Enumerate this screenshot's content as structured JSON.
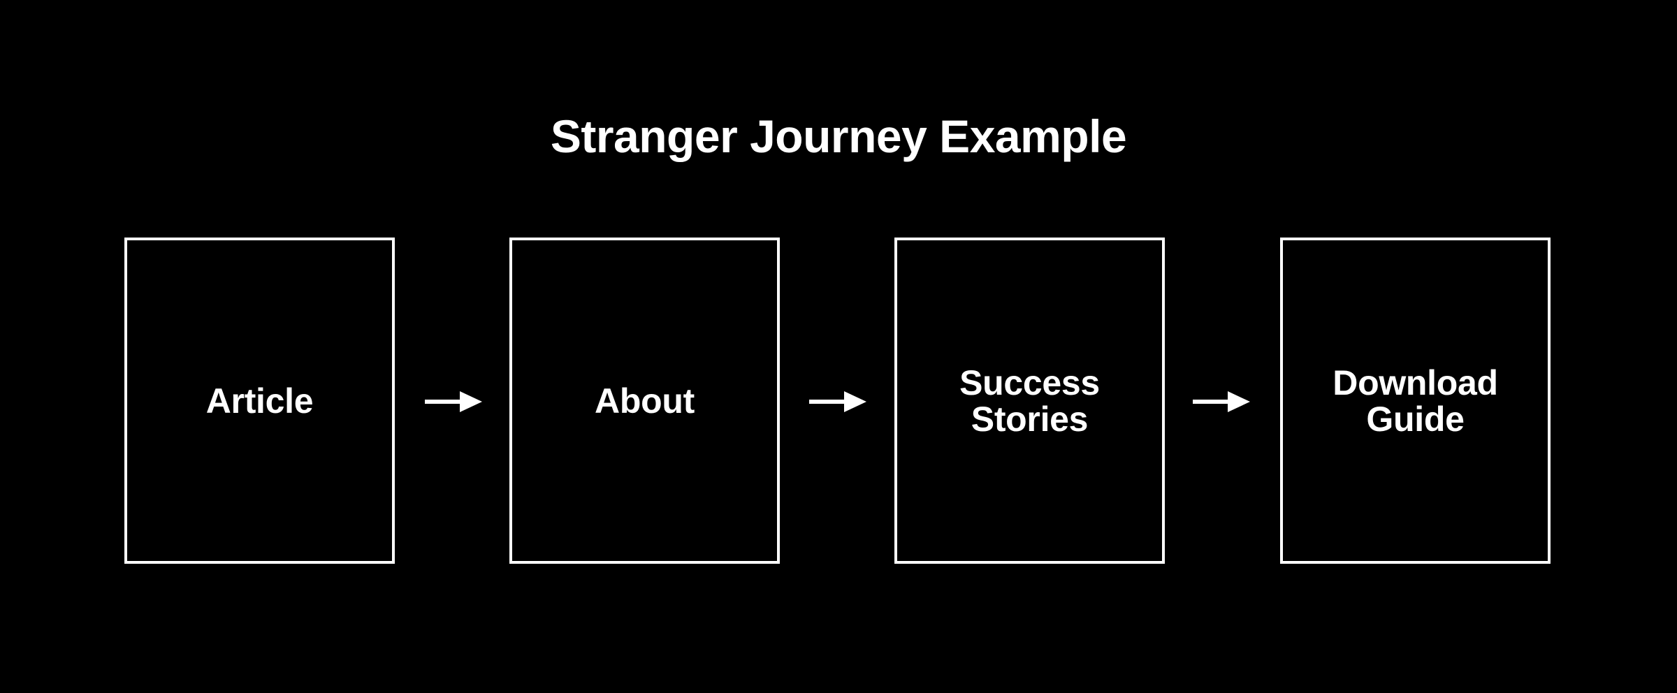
{
  "title": "Stranger Journey Example",
  "steps": [
    {
      "label": "Article"
    },
    {
      "label": "About"
    },
    {
      "label": "Success\nStories"
    },
    {
      "label": "Download\nGuide"
    }
  ],
  "colors": {
    "background": "#000000",
    "foreground": "#ffffff"
  },
  "connector_icon": "right-arrow-icon"
}
